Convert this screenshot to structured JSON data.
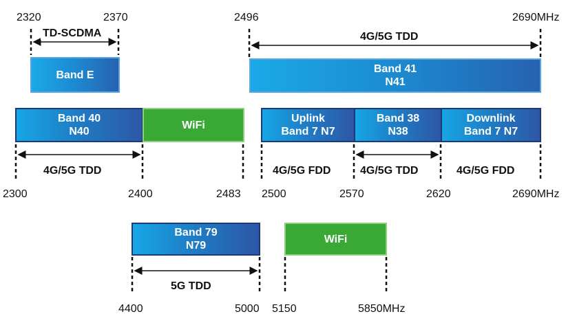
{
  "groups": {
    "top_left": {
      "freqs": {
        "f1": "2320",
        "f2": "2370"
      },
      "span_label": "TD-SCDMA",
      "band": {
        "line1": "Band E"
      }
    },
    "top_right": {
      "freqs": {
        "f1": "2496",
        "f2": "2690MHz"
      },
      "span_label": "4G/5G TDD",
      "band": {
        "line1": "Band 41",
        "line2": "N41"
      }
    },
    "middle_left": {
      "bands": [
        {
          "line1": "Band 40",
          "line2": "N40"
        },
        {
          "line1": "WiFi"
        }
      ],
      "span_label": "4G/5G TDD",
      "freqs": {
        "f1": "2300",
        "f2": "2400",
        "f3": "2483"
      }
    },
    "middle_right": {
      "bands": [
        {
          "line1": "Uplink",
          "line2": "Band 7 N7"
        },
        {
          "line1": "Band 38",
          "line2": "N38"
        },
        {
          "line1": "Downlink",
          "line2": "Band 7 N7"
        }
      ],
      "span_labels": [
        "4G/5G FDD",
        "4G/5G TDD",
        "4G/5G FDD"
      ],
      "freqs": {
        "f1": "2500",
        "f2": "2570",
        "f3": "2620",
        "f4": "2690MHz"
      }
    },
    "bottom": {
      "bands": [
        {
          "line1": "Band 79",
          "line2": "N79"
        },
        {
          "line1": "WiFi"
        }
      ],
      "span_label": "5G TDD",
      "freqs": {
        "f1": "4400",
        "f2": "5000",
        "f3": "5150",
        "f4": "5850MHz"
      }
    }
  },
  "colors": {
    "band_blue": "#1e7fc7",
    "wifi_green": "#3aa835",
    "marker_line": "#111111"
  }
}
